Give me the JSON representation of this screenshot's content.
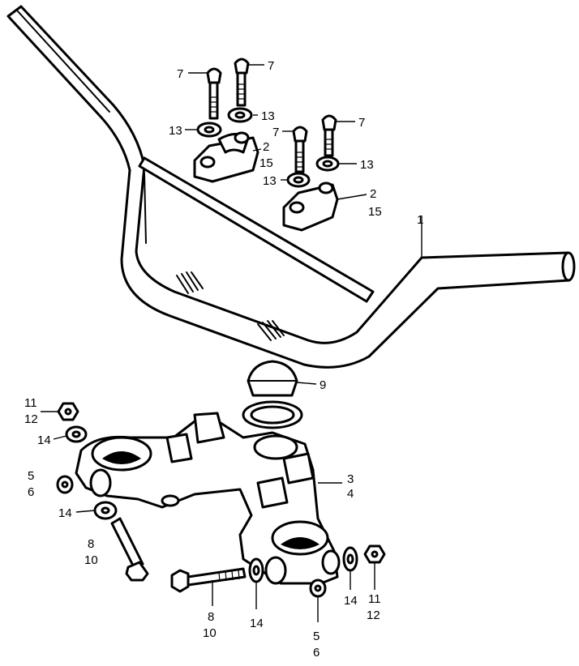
{
  "callouts": {
    "handlebar": "1",
    "upper_holder_left": [
      "2",
      "15"
    ],
    "upper_holder_right": [
      "2",
      "15"
    ],
    "bolt_a": "7",
    "bolt_b": "7",
    "bolt_c": "7",
    "bolt_d": "7",
    "washer_a": "13",
    "washer_b": "13",
    "washer_c": "13",
    "washer_d": "13",
    "stem_nut": "9",
    "top_bridge": [
      "3",
      "4"
    ],
    "nut_left": [
      "11",
      "12"
    ],
    "nut_right_1": "11",
    "nut_right_2": "12",
    "washer_14_a": "14",
    "washer_14_b": "14",
    "washer_14_c": "14",
    "washer_14_d": "14",
    "collar_left": [
      "5",
      "6"
    ],
    "collar_right_1": "5",
    "collar_right_2": "6",
    "bolt_left": [
      "8",
      "10"
    ],
    "bolt_bottom_1": "8",
    "bolt_bottom_2": "10"
  }
}
